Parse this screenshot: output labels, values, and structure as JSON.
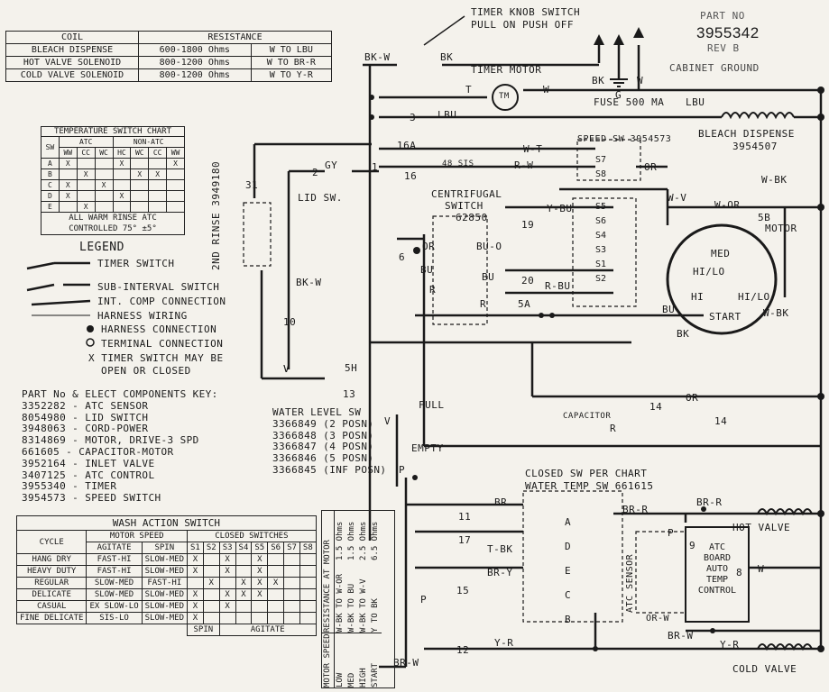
{
  "part": {
    "label": "PART NO",
    "number": "3955342",
    "rev": "REV B"
  },
  "coil_table": {
    "headers": [
      "COIL",
      "RESISTANCE"
    ],
    "rows": [
      [
        "BLEACH DISPENSE",
        "600-1800 Ohms",
        "W TO LBU"
      ],
      [
        "HOT VALVE SOLENOID",
        "800-1200 Ohms",
        "W TO BR-R"
      ],
      [
        "COLD VALVE SOLENOID",
        "800-1200 Ohms",
        "W TO Y-R"
      ]
    ]
  },
  "temp_chart": {
    "title": "TEMPERATURE SWITCH CHART",
    "groups": [
      "SW",
      "ATC",
      "NON-ATC"
    ],
    "subheads": [
      "WW",
      "CC",
      "WC",
      "HC",
      "WC",
      "CC",
      "WW"
    ],
    "rows": [
      [
        "A",
        "X",
        "",
        "",
        "X",
        "",
        "",
        "X"
      ],
      [
        "B",
        "",
        "X",
        "",
        "",
        "X",
        "X",
        ""
      ],
      [
        "C",
        "X",
        "",
        "X",
        "",
        "",
        "",
        ""
      ],
      [
        "D",
        "X",
        "",
        "",
        "X",
        "",
        "",
        ""
      ],
      [
        "E",
        "",
        "X",
        "",
        "",
        "",
        "",
        ""
      ]
    ],
    "note1": "ALL WARM RINSE ATC",
    "note2": "CONTROLLED 75° ±5°"
  },
  "legend": {
    "title": "LEGEND",
    "items": [
      "TIMER SWITCH",
      "SUB-INTERVAL SWITCH",
      "INT. COMP CONNECTION",
      "HARNESS WIRING",
      "HARNESS CONNECTION",
      "TERMINAL CONNECTION",
      "X TIMER SWITCH MAY BE",
      "OPEN OR CLOSED"
    ]
  },
  "parts_key": {
    "title": "PART No & ELECT COMPONENTS KEY:",
    "items": [
      "3352282 - ATC SENSOR",
      "8054980 - LID SWITCH",
      "3948063 - CORD-POWER",
      "8314869 - MOTOR, DRIVE-3 SPD",
      "661605 - CAPACITOR-MOTOR",
      "3952164 - INLET VALVE",
      "3407125 - ATC CONTROL",
      "3955340 - TIMER",
      "3954573 - SPEED SWITCH"
    ]
  },
  "wash_table": {
    "title": "WASH ACTION SWITCH",
    "h_cycle": "CYCLE",
    "h_motor": "MOTOR SPEED",
    "h_closed": "CLOSED SWITCHES",
    "h_agitate": "AGITATE",
    "h_spin": "SPIN",
    "sw": [
      "S1",
      "S2",
      "S3",
      "S4",
      "S5",
      "S6",
      "S7",
      "S8"
    ],
    "rows": [
      [
        "HANG DRY",
        "FAST-HI",
        "SLOW-MED",
        "X",
        "",
        "X",
        "",
        "X",
        "",
        "",
        ""
      ],
      [
        "HEAVY DUTY",
        "FAST-HI",
        "SLOW-MED",
        "X",
        "",
        "X",
        "",
        "X",
        "",
        "",
        ""
      ],
      [
        "REGULAR",
        "SLOW-MED",
        "FAST-HI",
        "",
        "X",
        "",
        "X",
        "X",
        "X",
        "",
        ""
      ],
      [
        "DELICATE",
        "SLOW-MED",
        "SLOW-MED",
        "X",
        "",
        "X",
        "X",
        "X",
        "",
        "",
        ""
      ],
      [
        "CASUAL",
        "EX SLOW-LO",
        "SLOW-MED",
        "X",
        "",
        "X",
        "",
        "",
        "",
        "",
        ""
      ],
      [
        "FINE DELICATE",
        "SIS-LO",
        "SLOW-MED",
        "X",
        "",
        "",
        "",
        "",
        "",
        "",
        ""
      ]
    ],
    "foot_spin": "SPIN",
    "foot_agitate": "AGITATE"
  },
  "motor_res": {
    "h1": "MOTOR SPEED",
    "h2": "RESISTANCE AT MOTOR",
    "rows": [
      [
        "LOW",
        "W-BK TO W-OR",
        "1.5 Ohms"
      ],
      [
        "MED",
        "W-BK TO BU",
        "1.5 Ohms"
      ],
      [
        "HIGH",
        "W-BK TO W-V",
        "2.5 Ohms"
      ],
      [
        "START",
        "Y TO BK",
        "6.5 Ohms"
      ]
    ]
  },
  "labels": {
    "timer_knob": "TIMER KNOB SWITCH",
    "pull_push": "PULL ON PUSH OFF",
    "timer_motor": "TIMER MOTOR",
    "tm": "TM",
    "fuse": "FUSE 500 MA",
    "lbu": "LBU",
    "bleach": "BLEACH DISPENSE",
    "bleach_no": "3954507",
    "cabinet": "CABINET GROUND",
    "speed_sw": "SPEED SW 3954573",
    "centrifugal": "CENTRIFUGAL",
    "switch": "SWITCH",
    "cent_no": "62850",
    "motor": "MOTOR",
    "med": "MED",
    "hilo": "HI/LO",
    "hi": "HI",
    "start": "START",
    "lid_sw": "LID SW.",
    "rinse": "2ND RINSE 3949180",
    "capacitor": "CAPACITOR",
    "full": "FULL",
    "empty": "EMPTY",
    "water_level": "WATER LEVEL SW",
    "wl_items": [
      "3366849 (2 POSN)",
      "3366848 (3 POSN)",
      "3366847 (4 POSN)",
      "3366846 (5 POSN)",
      "3366845 (INF POSN)"
    ],
    "closed_sw": "CLOSED SW PER CHART",
    "water_temp": "WATER TEMP SW 661615",
    "atc_sensor": "ATC SENSOR",
    "atc_board": [
      "ATC",
      "BOARD",
      "AUTO",
      "TEMP",
      "CONTROL"
    ],
    "hot_valve": "HOT VALVE",
    "cold_valve": "COLD VALVE",
    "wires": {
      "bkw": "BK-W",
      "bk": "BK",
      "w": "W",
      "t": "T",
      "gy": "GY",
      "wt": "W-T",
      "rw": "R-W",
      "ybu": "Y-BU",
      "buo": "BU-O",
      "or": "OR",
      "rbu": "R-BU",
      "wv": "W-V",
      "wor": "W-OR",
      "wbk": "W-BK",
      "brr": "BR-R",
      "yr": "Y-R",
      "brw": "BR-W",
      "br": "BR",
      "tbk": "T-BK",
      "bry": "BR-Y",
      "orw": "OR-W",
      "bu": "BU",
      "r": "R",
      "v": "V",
      "p": "P",
      "g": "G",
      "sis": "48 SIS"
    },
    "nums": {
      "n3": "3",
      "n16a": "16A",
      "n16": "16",
      "n2": "2",
      "n1": "1",
      "n31": "31",
      "n6": "6",
      "n10": "10",
      "n19": "19",
      "n20": "20",
      "n5a": "5A",
      "n5b": "5B",
      "n5h": "5H",
      "n13": "13",
      "n14": "14",
      "n11": "11",
      "n17": "17",
      "n15": "15",
      "n12": "12",
      "n9": "9",
      "n8": "8"
    },
    "speed_sw_terms": [
      "S7",
      "S8",
      "S5",
      "S6",
      "S4",
      "S3",
      "S1",
      "S2"
    ],
    "temp_sw_terms": [
      "A",
      "D",
      "E",
      "C",
      "B"
    ]
  }
}
